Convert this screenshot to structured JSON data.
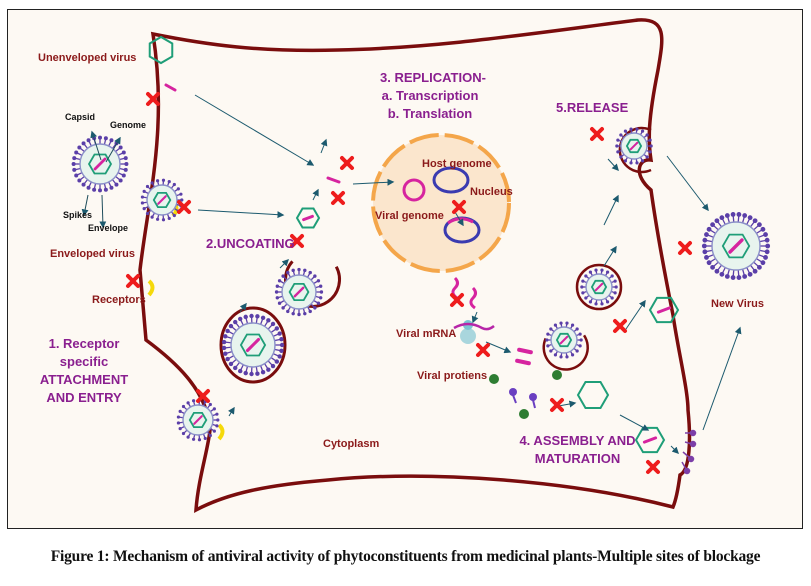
{
  "figure": {
    "caption": "Figure 1: Mechanism of antiviral activity of phytoconstituents from medicinal plants-Multiple sites of blockage",
    "colors": {
      "background": "#fdf9f3",
      "cell_membrane": "#7a0d0d",
      "nucleus": "#f4a64a",
      "nucleus_fill": "#fbe6cd",
      "stage_text": "#8a1f8f",
      "label_text": "#8b1a1a",
      "capsid": "#1f9e78",
      "genome": "#d6249f",
      "spikes": "#5b3fa8",
      "receptor": "#f5d90a",
      "block_mark": "#ee1c1c",
      "arrow": "#1c5a6e",
      "protein_green": "#2e7d32"
    }
  },
  "labels": {
    "unenveloped_virus": "Unenveloped virus",
    "capsid": "Capsid",
    "genome": "Genome",
    "spikes": "Spikes",
    "envelope": "Envelope",
    "enveloped_virus": "Enveloped virus",
    "receptors": "Receptors",
    "host_genome": "Host genome",
    "nucleus": "Nucleus",
    "viral_genome": "Viral genome",
    "viral_mrna": "Viral mRNA",
    "viral_proteins": "Viral protiens",
    "cytoplasm": "Cytoplasm",
    "new_virus": "New Virus"
  },
  "stages": {
    "attachment": [
      "1. Receptor",
      "specific",
      "ATTACHMENT",
      "AND ENTRY"
    ],
    "uncoating": "2.UNCOATING",
    "replication": [
      "3. REPLICATION-",
      "a. Transcription",
      "b. Translation"
    ],
    "assembly": [
      "4. ASSEMBLY AND",
      "MATURATION"
    ],
    "release": "5.RELEASE"
  }
}
